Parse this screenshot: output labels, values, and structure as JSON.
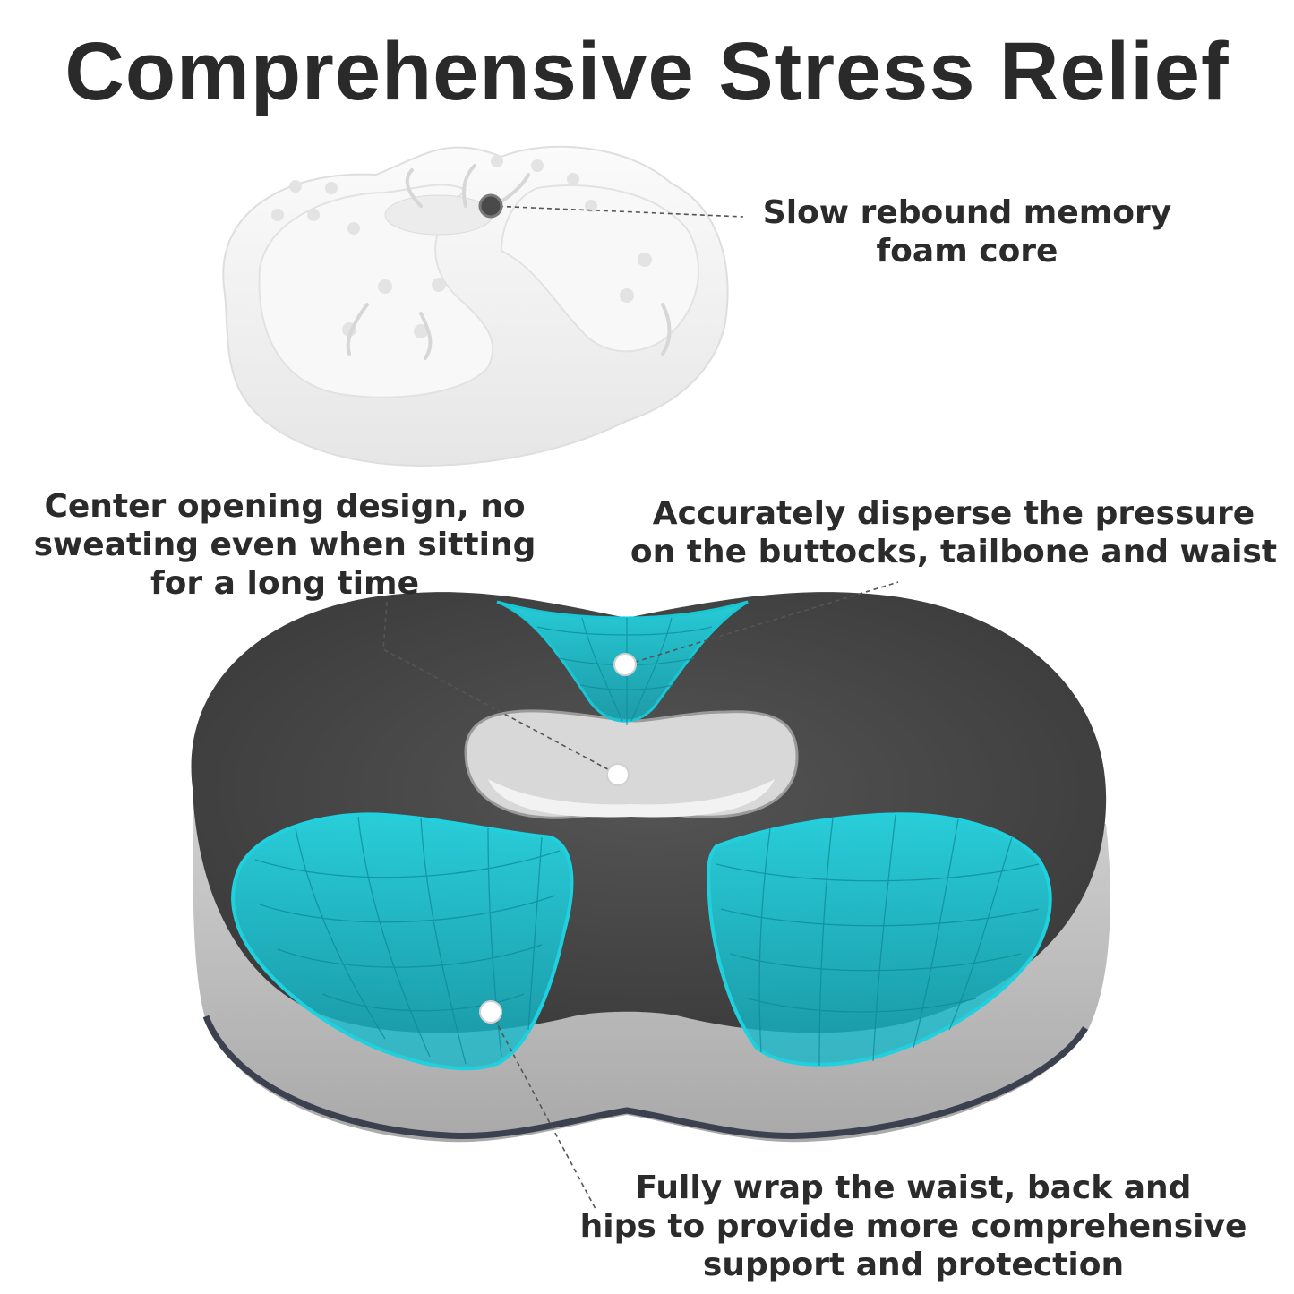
{
  "title": "Comprehensive Stress Relief",
  "callouts": {
    "memory_foam": [
      "Slow rebound memory",
      "foam core"
    ],
    "center_opening": [
      "Center opening design, no",
      "sweating even when sitting",
      "for a long time"
    ],
    "disperse_pressure": [
      "Accurately disperse the pressure",
      "on the buttocks, tailbone and waist"
    ],
    "full_wrap": [
      "Fully wrap the waist, back and",
      "hips to provide more comprehensive",
      "support and protection"
    ]
  },
  "colors": {
    "text": "#2a2a2a",
    "cushion_top": "#4a4a4a",
    "cushion_side": "#b9b9b9",
    "pressure_zone": "#1ec8d6",
    "foam": "#f3f3f3"
  }
}
